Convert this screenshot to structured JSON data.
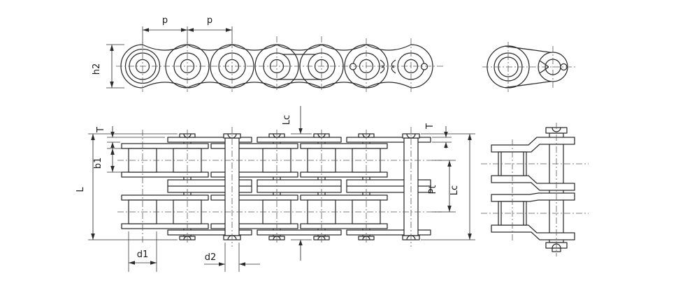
{
  "drawing": {
    "title": "roller-chain-engineering-drawing",
    "top_view": {
      "pitch_label_a": "p",
      "pitch_label_b": "p",
      "height_label": "h2"
    },
    "plan_view": {
      "plate_thickness_label_left": "T",
      "inner_width_label": "b1",
      "pin_length_label": "L",
      "connecting_link_length_label_top": "Lc",
      "plate_thickness_label_right": "T",
      "transverse_pitch_label": "Pt",
      "connecting_link_length_label_right": "Lc",
      "roller_diameter_label": "d1",
      "pin_diameter_label": "d2"
    },
    "colors": {
      "line": "#2b2b2b",
      "centerline": "#5a5a5a",
      "background": "#ffffff"
    }
  }
}
